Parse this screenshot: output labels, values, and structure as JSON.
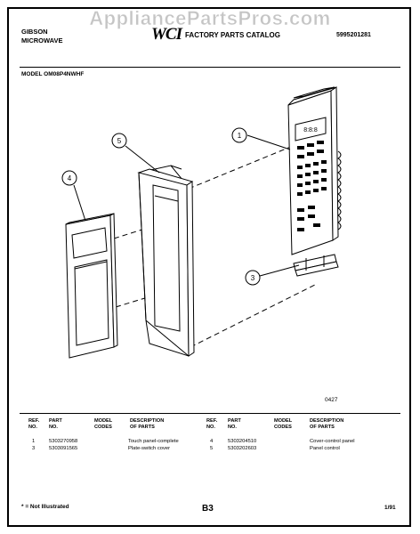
{
  "watermark": "AppliancePartsPros.com",
  "header": {
    "brand_line1": "GIBSON",
    "brand_line2": "MICROWAVE",
    "logo_text": "WCI",
    "catalog_title": "FACTORY PARTS CATALOG",
    "catalog_number": "5995201281"
  },
  "model_label": "MODEL OM08P4NWHF",
  "diagram": {
    "callouts": [
      "1",
      "3",
      "4",
      "5"
    ],
    "display_digits": "8:8:8",
    "code": "0427"
  },
  "parts_table": {
    "headers": {
      "ref": [
        "REF.",
        "NO."
      ],
      "part": [
        "PART",
        "NO."
      ],
      "model": [
        "MODEL",
        "CODES"
      ],
      "desc": [
        "DESCRIPTION",
        "OF PARTS"
      ]
    },
    "left_rows": [
      {
        "ref": "1",
        "part": "5303270958",
        "codes": "",
        "desc": "Touch panel-complete"
      },
      {
        "ref": "3",
        "part": "5303091565",
        "codes": "",
        "desc": "Plate-switch cover"
      }
    ],
    "right_rows": [
      {
        "ref": "4",
        "part": "5303204510",
        "codes": "",
        "desc": "Cover-control panel"
      },
      {
        "ref": "5",
        "part": "5303202603",
        "codes": "",
        "desc": "Panel control"
      }
    ]
  },
  "footer": {
    "note": "* = Not Illustrated",
    "page": "B3",
    "date_code": "1/91"
  }
}
